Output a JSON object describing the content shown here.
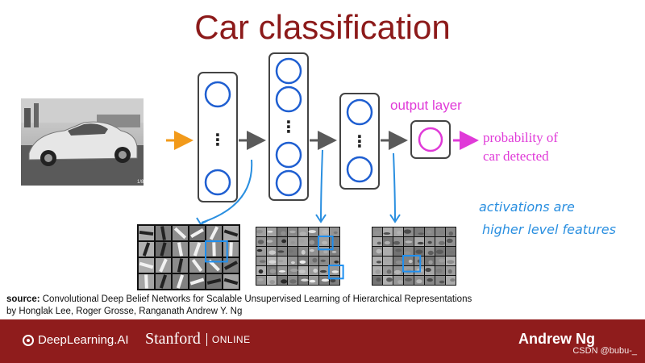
{
  "slide": {
    "title": "Car classification",
    "output_layer_label": "output layer",
    "output_text_line1": "probability of",
    "output_text_line2": "car detected",
    "hand_note_line1": "activations are",
    "hand_note_line2": "higher level features",
    "layer_dots": "⋮",
    "source_label": "source:",
    "source_line1": "Convolutional Deep Belief Networks for Scalable Unsupervised Learning of Hierarchical Representations",
    "source_line2": "by Honglak Lee, Roger Grosse, Ranganath Andrew Y. Ng",
    "photo_badge": "1/8"
  },
  "footer": {
    "deeplearning": "DeepLearning.AI",
    "stanford": "Stanford",
    "online": "ONLINE",
    "author": "Andrew Ng",
    "watermark": "CSDN @bubu-_"
  },
  "colors": {
    "title": "#8c1a1a",
    "footer_bg": "#8f1c1c",
    "neuron_blue": "#1f5fd1",
    "output_magenta": "#e03ad8",
    "input_arrow_orange": "#f29a1a",
    "annotation_blue": "#2a8fe0",
    "arrow_gray": "#5a5a5a"
  }
}
